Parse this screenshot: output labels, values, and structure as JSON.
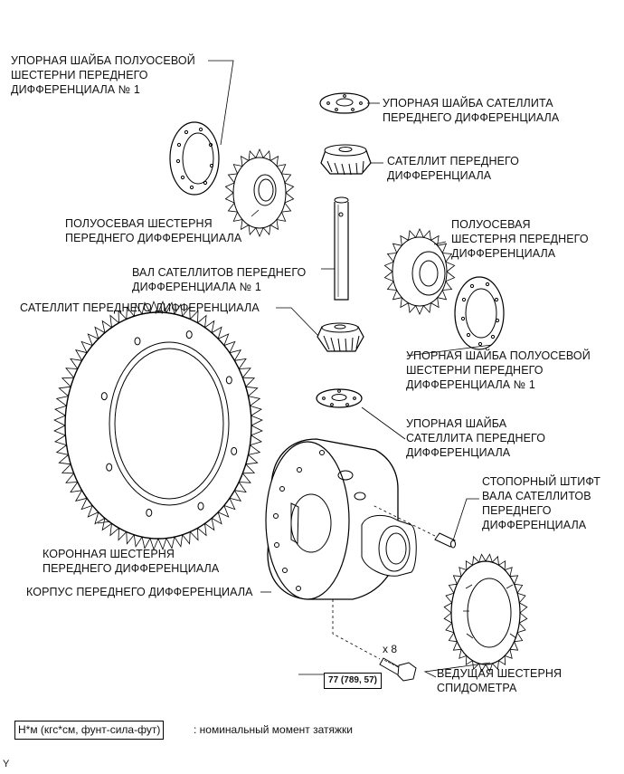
{
  "labels": {
    "washer_side_gear_left": [
      "УПОРНАЯ ШАЙБА ПОЛУОСЕВОЙ",
      "ШЕСТЕРНИ ПЕРЕДНЕГО",
      "ДИФФЕРЕНЦИАЛА № 1"
    ],
    "washer_pinion_top": [
      "УПОРНАЯ ШАЙБА САТЕЛЛИТА",
      "ПЕРЕДНЕГО ДИФФЕРЕНЦИАЛА"
    ],
    "pinion_top": [
      "САТЕЛЛИТ ПЕРЕДНЕГО",
      "ДИФФЕРЕНЦИАЛА"
    ],
    "side_gear_left": [
      "ПОЛУОСЕВАЯ ШЕСТЕРНЯ",
      "ПЕРЕДНЕГО ДИФФЕРЕНЦИАЛА"
    ],
    "side_gear_right": [
      "ПОЛУОСЕВАЯ",
      "ШЕСТЕРНЯ ПЕРЕДНЕГО",
      "ДИФФЕРЕНЦИАЛА"
    ],
    "pinion_shaft": [
      "ВАЛ САТЕЛЛИТОВ ПЕРЕДНЕГО",
      "ДИФФЕРЕНЦИАЛА № 1"
    ],
    "pinion_bottom": [
      "САТЕЛЛИТ ПЕРЕДНЕГО ДИФФЕРЕНЦИАЛА"
    ],
    "washer_side_gear_right": [
      "УПОРНАЯ ШАЙБА ПОЛУОСЕВОЙ",
      "ШЕСТЕРНИ ПЕРЕДНЕГО",
      "ДИФФЕРЕНЦИАЛА № 1"
    ],
    "washer_pinion_bottom": [
      "УПОРНАЯ ШАЙБА",
      "САТЕЛЛИТА ПЕРЕДНЕГО",
      "ДИФФЕРЕНЦИАЛА"
    ],
    "lock_pin": [
      "СТОПОРНЫЙ ШТИФТ",
      "ВАЛА САТЕЛЛИТОВ",
      "ПЕРЕДНЕГО",
      "ДИФФЕРЕНЦИАЛА"
    ],
    "ring_gear": [
      "КОРОННАЯ ШЕСТЕРНЯ",
      "ПЕРЕДНЕГО ДИФФЕРЕНЦИАЛА"
    ],
    "case": [
      "КОРПУС ПЕРЕДНЕГО ДИФФЕРЕНЦИАЛА"
    ],
    "speedo_gear": [
      "ВЕДУЩАЯ ШЕСТЕРНЯ",
      "СПИДОМЕТРА"
    ]
  },
  "bolt_quantity": "x 8",
  "torque_value": "77 (789, 57)",
  "legend": {
    "box": "Н*м (кгс*см, фунт-сила-фут)",
    "text": ": номинальный момент затяжки"
  },
  "footer_code": "Y"
}
